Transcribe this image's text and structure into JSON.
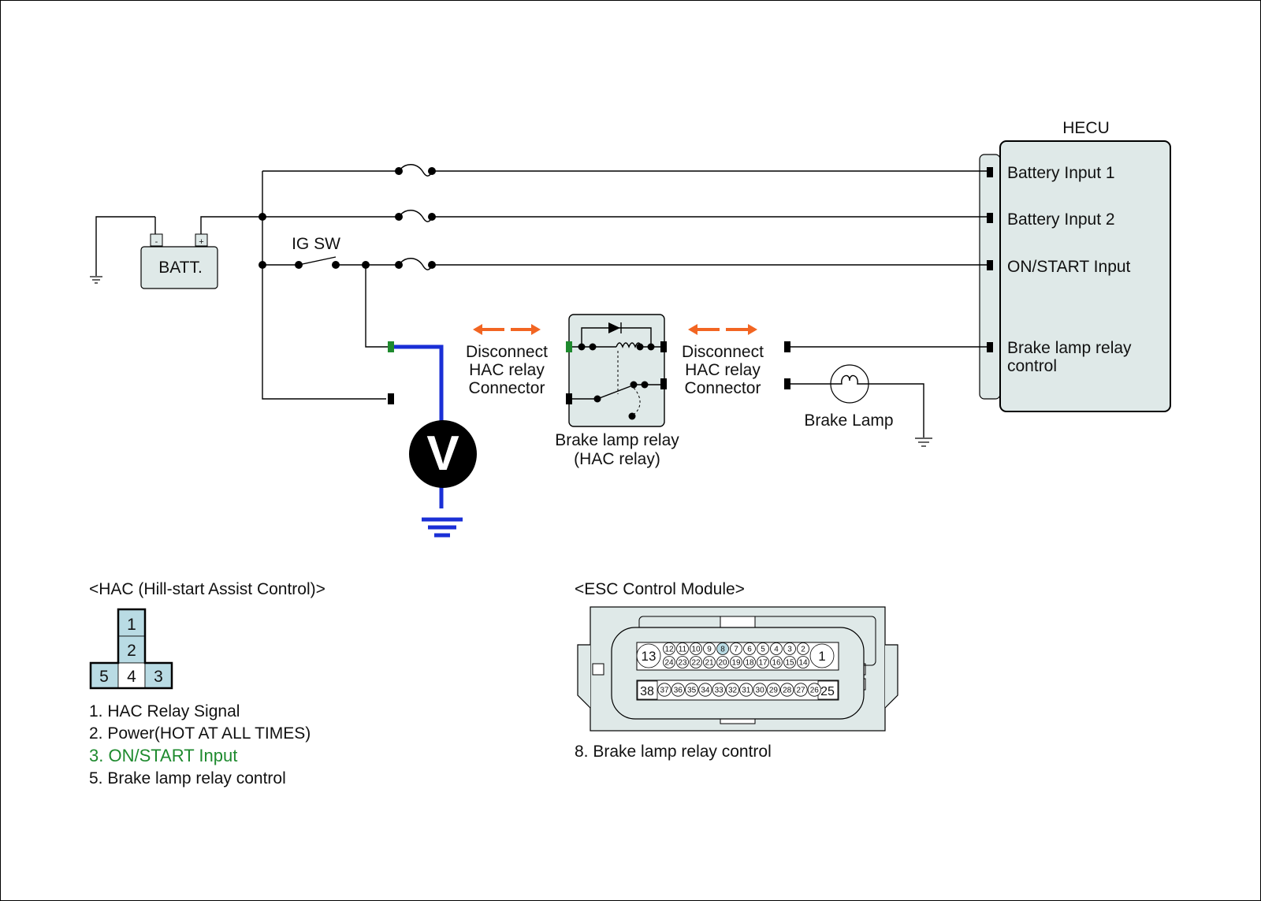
{
  "hecu": {
    "title": "HECU",
    "inputs": [
      "Battery Input 1",
      "Battery Input 2",
      "ON/START Input",
      "Brake lamp relay",
      "control"
    ]
  },
  "battery": {
    "label": "BATT.",
    "minus": "-",
    "plus": "+"
  },
  "ig_switch": "IG SW",
  "voltmeter": "V",
  "left_disconnect": [
    "Disconnect",
    "HAC relay",
    "Connector"
  ],
  "right_disconnect": [
    "Disconnect",
    "HAC relay",
    "Connector"
  ],
  "relay": [
    "Brake lamp relay",
    "(HAC relay)"
  ],
  "brake_lamp": "Brake Lamp",
  "hac": {
    "title": "<HAC (Hill-start Assist Control)>",
    "pins": [
      "1",
      "2",
      "5",
      "4",
      "3"
    ],
    "legend": [
      "1. HAC Relay Signal",
      "2. Power(HOT AT ALL TIMES)",
      "3. ON/START Input",
      "5. Brake lamp relay control"
    ]
  },
  "esc": {
    "title": "<ESC Control Module>",
    "big_pins": [
      "13",
      "1",
      "38",
      "25"
    ],
    "row1": [
      "12",
      "11",
      "10",
      "9",
      "8",
      "7",
      "6",
      "5",
      "4",
      "3",
      "2"
    ],
    "row2": [
      "24",
      "23",
      "22",
      "21",
      "20",
      "19",
      "18",
      "17",
      "16",
      "15",
      "14"
    ],
    "row3": [
      "37",
      "36",
      "35",
      "34",
      "33",
      "32",
      "31",
      "30",
      "29",
      "28",
      "27",
      "26"
    ],
    "highlight_pin": "8",
    "legend": "8. Brake lamp relay control"
  },
  "colors": {
    "probe_wire": "#1a2fd6",
    "arrow": "#f26522",
    "connector_green": "#1e8a2e",
    "legend_green": "#1e8a2e",
    "pin_fill": "#b9dbe4",
    "box_fill": "#dfe9e8"
  }
}
